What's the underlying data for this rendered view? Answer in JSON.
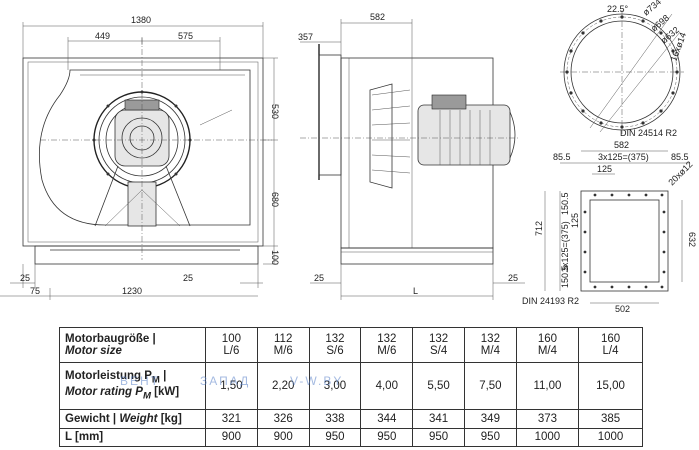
{
  "front_view": {
    "dims": {
      "width_total": "1380",
      "left_offset": "449",
      "right_offset": "575",
      "upper_height": "530",
      "lower_height": "680",
      "base_height": "100",
      "foot_left": "25",
      "foot_right": "25",
      "base_left": "75",
      "base_width": "1230"
    }
  },
  "side_view": {
    "dims": {
      "top_width": "582",
      "left_offset": "357",
      "foot_left": "25",
      "foot_right": "25",
      "length": "L"
    }
  },
  "flange_round": {
    "dims": {
      "angle": "22.5°",
      "d1": "ø734",
      "d2": "ø698",
      "d3": "ø632",
      "holes": "16xø14"
    },
    "standard": "DIN 24514 R2"
  },
  "flange_square": {
    "dims": {
      "top_width": "582",
      "left": "85.5",
      "middle": "3x125=(375)",
      "right": "85.5",
      "small": "125",
      "holes": "20xø12",
      "height": "712",
      "v1": "150.5",
      "v2": "125",
      "v_mid": "3x125=(375)",
      "v3": "150.5",
      "right_height": "632",
      "bottom_width": "502"
    },
    "standard": "DIN 24193 R2"
  },
  "table": {
    "header_label": "Motorbaugröße |",
    "header_label_en": "Motor size",
    "columns": [
      {
        "a": "100",
        "b": "L/6"
      },
      {
        "a": "112",
        "b": "M/6"
      },
      {
        "a": "132",
        "b": "S/6"
      },
      {
        "a": "132",
        "b": "M/6"
      },
      {
        "a": "132",
        "b": "S/4"
      },
      {
        "a": "132",
        "b": "M/4"
      },
      {
        "a": "160",
        "b": "M/4"
      },
      {
        "a": "160",
        "b": "L/4"
      }
    ],
    "rating_label_a": "Motorleistung P",
    "rating_label_b": "Motor rating P",
    "rating_sub": "M",
    "rating_unit": "[kW]",
    "rating": [
      "1,50",
      "2,20",
      "3,00",
      "4,00",
      "5,50",
      "7,50",
      "11,00",
      "15,00"
    ],
    "weight_label": "Gewicht |",
    "weight_label_en": "Weight",
    "weight_unit": "[kg]",
    "weight": [
      "321",
      "326",
      "338",
      "344",
      "341",
      "349",
      "373",
      "385"
    ],
    "length_label": "L [mm]",
    "length": [
      "900",
      "900",
      "950",
      "950",
      "950",
      "950",
      "1000",
      "1000"
    ]
  },
  "watermark": {
    "left": "ВЕНТ",
    "mid": "ЗАПАД",
    "right": "V-W.BY"
  }
}
